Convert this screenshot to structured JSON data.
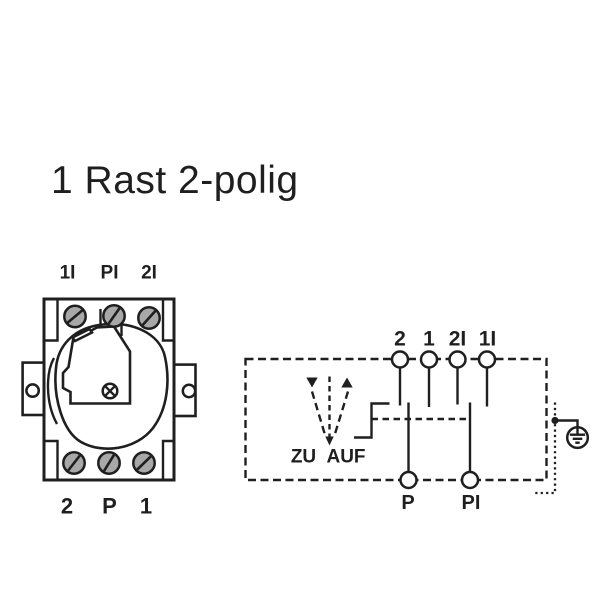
{
  "title": "1 Rast 2-polig",
  "colors": {
    "line": "#1f1f1f",
    "screw_fill": "#a8a8a8",
    "background": "#ffffff"
  },
  "switch_front": {
    "top_terminals": [
      "1I",
      "PI",
      "2I"
    ],
    "bottom_terminals": [
      "2",
      "P",
      "1"
    ],
    "icons": {
      "screw": "screw-head-icon",
      "shaft": "shaft-center-cross-icon",
      "mounting_hole": "mounting-hole-icon"
    }
  },
  "schematic": {
    "top_terminals": [
      "2",
      "1",
      "2I",
      "1I"
    ],
    "bottom_terminals": [
      "P",
      "PI"
    ],
    "state_labels": {
      "closed": "ZU",
      "open": "AUF"
    },
    "icons": {
      "close_direction": "triangle-down-icon",
      "open_direction": "triangle-up-icon",
      "travel": "arrow-down-icon",
      "earth": "earth-ground-icon",
      "detent": "detent-latch-icon"
    }
  }
}
